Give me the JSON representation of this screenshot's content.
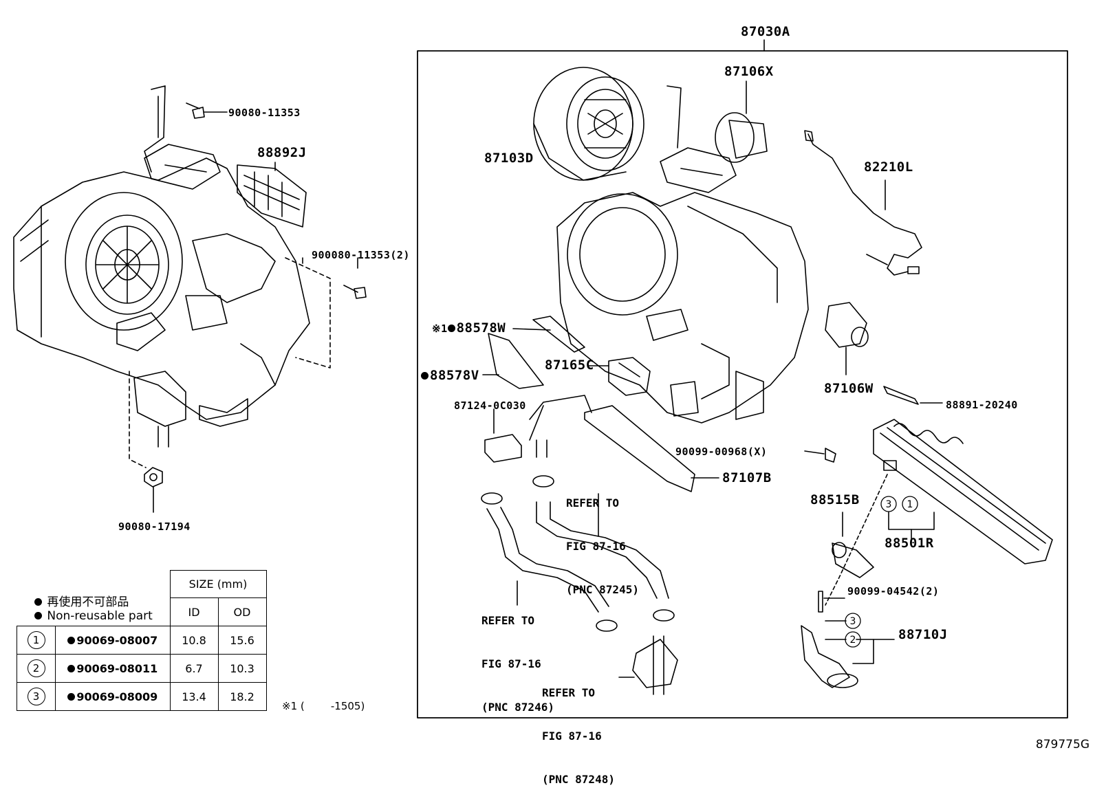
{
  "labels": {
    "assy": "87030A",
    "l_bolt_top": "90080-11353",
    "l_88892J": "88892J",
    "l_bolt_side": "900080-11353(2)",
    "l_nut": "90080-17194",
    "r_87106X": "87106X",
    "r_87103D": "87103D",
    "r_82210L": "82210L",
    "r_88578W": "88578W",
    "r_88578V": "88578V",
    "r_87165C": "87165C",
    "r_87106W": "87106W",
    "r_87124": "87124-0C030",
    "r_88891": "88891-20240",
    "r_90099_00968": "90099-00968(X)",
    "r_87107B": "87107B",
    "r_88515B": "88515B",
    "r_88501R": "88501R",
    "r_90099_04542": "90099-04542(2)",
    "r_88710J": "88710J",
    "note1_prefix": "※1",
    "refer1": [
      "REFER TO",
      "FIG 87-16",
      "(PNC 87245)"
    ],
    "refer2": [
      "REFER TO",
      "FIG 87-16",
      "(PNC 87246)"
    ],
    "refer3": [
      "REFER TO",
      "FIG 87-16",
      "(PNC 87248)"
    ],
    "callout_3a": "3",
    "callout_1a": "1",
    "callout_3b": "3",
    "callout_2b": "2"
  },
  "legend": {
    "jp": "再使用不可部品",
    "en": "Non-reusable part"
  },
  "size_table": {
    "header": "SIZE (mm)",
    "col_id": "ID",
    "col_od": "OD",
    "rows": [
      {
        "num": "1",
        "part": "90069-08007",
        "id": "10.8",
        "od": "15.6"
      },
      {
        "num": "2",
        "part": "90069-08011",
        "id": "6.7",
        "od": "10.3"
      },
      {
        "num": "3",
        "part": "90069-08009",
        "id": "13.4",
        "od": "18.2"
      }
    ]
  },
  "footnote": "※1 (        -1505)",
  "figure_number": "879775G",
  "colors": {
    "ink": "#000000",
    "paper": "#ffffff"
  }
}
